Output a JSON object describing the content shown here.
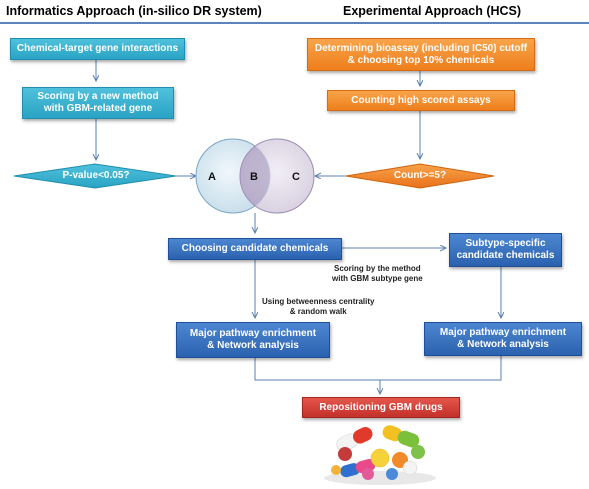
{
  "headers": {
    "left": "Informatics Approach (in-silico DR system)",
    "right": "Experimental Approach (HCS)"
  },
  "left_flow": {
    "box1": "Chemical-target gene interactions",
    "box2_line1": "Scoring by a new method",
    "box2_line2": "with GBM-related gene",
    "decision": "P-value<0.05?"
  },
  "right_flow": {
    "box1_line1": "Determining bioassay (including IC50) cutoff",
    "box1_line2": "& choosing top 10% chemicals",
    "box2": "Counting high scored assays",
    "decision": "Count>=5?"
  },
  "venn": {
    "a": "A",
    "b": "B",
    "c": "C"
  },
  "middle": {
    "candidates": "Choosing candidate chemicals",
    "subtype_line1": "Subtype-specific",
    "subtype_line2": "candidate chemicals",
    "note_subtype_line1": "Scoring by the method",
    "note_subtype_line2": "with GBM subtype gene",
    "note_centrality_line1": "Using betweenness centrality",
    "note_centrality_line2": "& random walk",
    "pathway_left_line1": "Major pathway enrichment",
    "pathway_left_line2": "& Network analysis",
    "pathway_right_line1": "Major pathway enrichment",
    "pathway_right_line2": "& Network analysis",
    "final": "Repositioning GBM drugs"
  },
  "colors": {
    "teal": "#2aa3c4",
    "orange": "#ee7e1c",
    "blue": "#2b62b0",
    "red": "#c2302a",
    "rule": "#5b84bd"
  }
}
